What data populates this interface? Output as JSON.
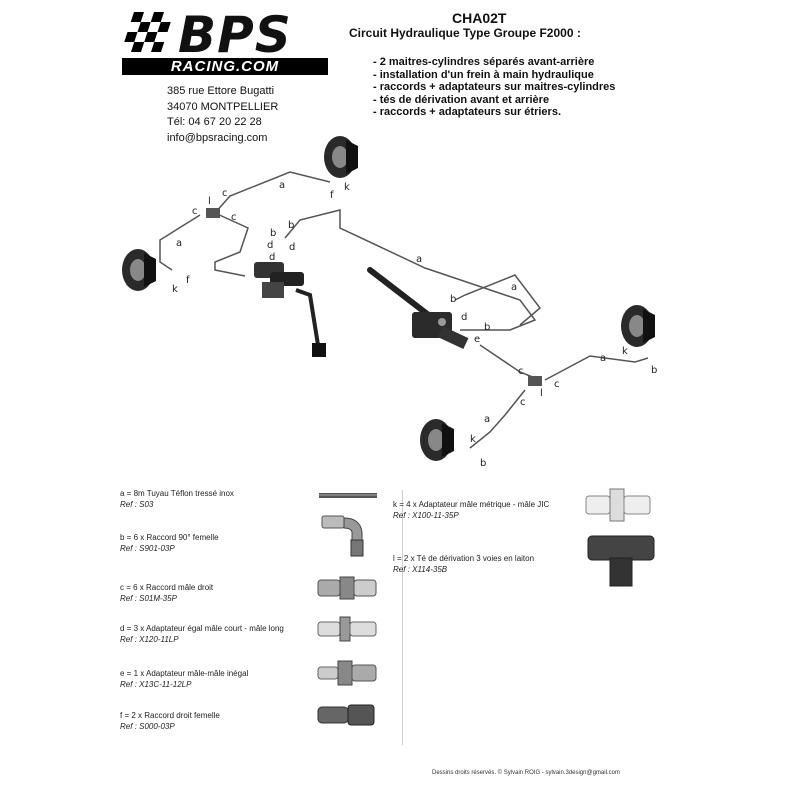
{
  "logo": {
    "main": "BPS",
    "sub": "RACING.COM"
  },
  "address": {
    "street": "385 rue Ettore Bugatti",
    "city": "34070 MONTPELLIER",
    "phone": "Tél: 04 67 20 22 28",
    "email": "info@bpsracing.com"
  },
  "doc": {
    "ref": "CHA02T",
    "title": "Circuit Hydraulique Type Groupe F2000 :",
    "features": [
      "- 2 maitres-cylindres séparés avant-arrière",
      "- installation d'un frein à main hydraulique",
      "- raccords + adaptateurs sur maitres-cylindres",
      "- tés de dérivation avant et arrière",
      "- raccords + adaptateurs sur étriers."
    ]
  },
  "diagram_labels": {
    "a": "a",
    "b": "b",
    "c": "c",
    "d": "d",
    "e": "e",
    "f": "f",
    "k": "k",
    "l": "l"
  },
  "parts": [
    {
      "name": "a = 8m Tuyau Téflon tressé inox",
      "ref": "Ref : S03",
      "icon": "braided-hose-icon"
    },
    {
      "name": "b = 6 x Raccord 90° femelle",
      "ref": "Ref : S901-03P",
      "icon": "elbow-fitting-icon"
    },
    {
      "name": "c = 6 x Raccord mâle droit",
      "ref": "Ref : S01M-35P",
      "icon": "male-fitting-icon"
    },
    {
      "name": "d = 3 x Adaptateur égal mâle court - mâle long",
      "ref": "Ref : X120-11LP",
      "icon": "equal-adapter-icon"
    },
    {
      "name": "e = 1 x Adaptateur mâle-mâle inégal",
      "ref": "Ref : X13C-11-12LP",
      "icon": "unequal-adapter-icon"
    },
    {
      "name": "f = 2 x Raccord droit femelle",
      "ref": "Ref : S000-03P",
      "icon": "female-fitting-icon"
    },
    {
      "name": "k = 4 x Adaptateur mâle métrique - mâle JIC",
      "ref": "Ref : X100-11-35P",
      "icon": "jic-adapter-icon"
    },
    {
      "name": "l = 2 x Té de dérivation 3 voies en laiton",
      "ref": "Ref : X114-35B",
      "icon": "brass-tee-icon"
    }
  ],
  "footer": "Dessins droits réservés. © Sylvain ROIG - sylvain.3design@gmail.com"
}
